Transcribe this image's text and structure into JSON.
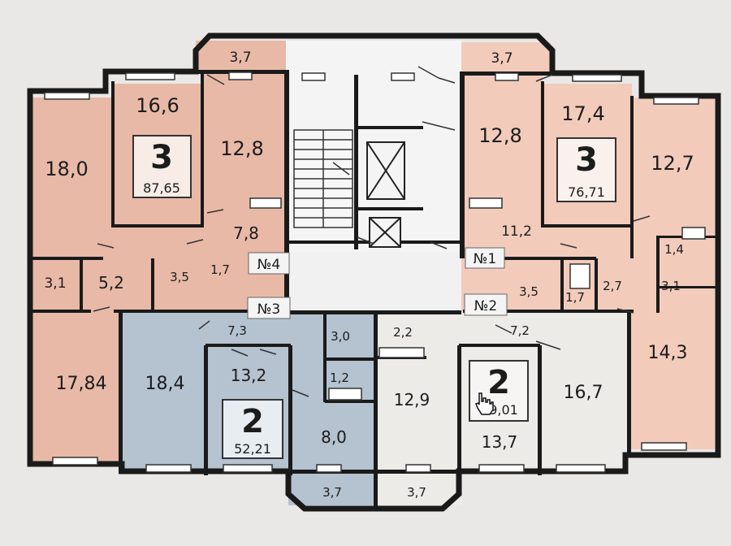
{
  "colors": {
    "background": "#e9e8e6",
    "apt3_left": "#e8b9a7",
    "apt3_right": "#f2cbbb",
    "apt2_left": "#b5c2cf",
    "apt2_right": "#ecebe8",
    "common": "#f4f4f4",
    "wall": "#1a1a1a"
  },
  "apartments": [
    {
      "rooms": "3",
      "area": "87,65"
    },
    {
      "rooms": "3",
      "area": "76,71"
    },
    {
      "rooms": "2",
      "area": "52,21"
    },
    {
      "rooms": "2",
      "area": "9,01"
    }
  ],
  "rooms": {
    "r18_0": "18,0",
    "r16_6": "16,6",
    "r12_8_l": "12,8",
    "r3_7_tl": "3,7",
    "r7_8": "7,8",
    "r3_1_l": "3,1",
    "r5_2": "5,2",
    "r3_5_l": "3,5",
    "r1_7_l": "1,7",
    "r3_7_tr": "3,7",
    "r12_8_r": "12,8",
    "r17_4": "17,4",
    "r12_7": "12,7",
    "r11_2": "11,2",
    "r1_4": "1,4",
    "r3_5_r": "3,5",
    "r1_7_r": "1,7",
    "r2_7": "2,7",
    "r3_1_r": "3,1",
    "r17_84": "17,84",
    "r18_4": "18,4",
    "r7_3": "7,3",
    "r13_2": "13,2",
    "r3_0": "3,0",
    "r1_2": "1,2",
    "r8_0": "8,0",
    "r2_2": "2,2",
    "r12_9": "12,9",
    "r7_2": "7,2",
    "r16_7": "16,7",
    "r14_3": "14,3",
    "r13_7": "13,7",
    "r3_7_bl": "3,7",
    "r3_7_br": "3,7"
  },
  "apartment_numbers": {
    "n1": "№1",
    "n2": "№2",
    "n3": "№3",
    "n4": "№4"
  },
  "icons": [
    "stairs-icon",
    "elevator-icon",
    "hand-cursor-icon"
  ]
}
